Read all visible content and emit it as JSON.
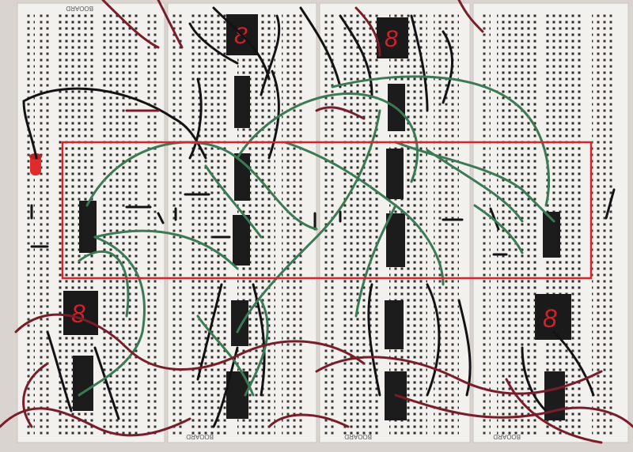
{
  "photo": {
    "seven_segment_digits": [
      "8",
      "8",
      "8",
      "8"
    ],
    "board_labels": [
      "BOOARD",
      "BOOARD",
      "BOOARD",
      "BOOARD"
    ],
    "colors": {
      "background": "#d9d4cf",
      "board": "#f3f1ee",
      "hole": "#2e2c2a",
      "ic_body": "#1d1c1d",
      "display_segment": "#d4202a",
      "led": "#e02b2b",
      "wire_black": "#141314",
      "wire_green": "#3c7a57",
      "wire_red": "#7a1d2a",
      "highlight_box": "#d8252d"
    }
  }
}
